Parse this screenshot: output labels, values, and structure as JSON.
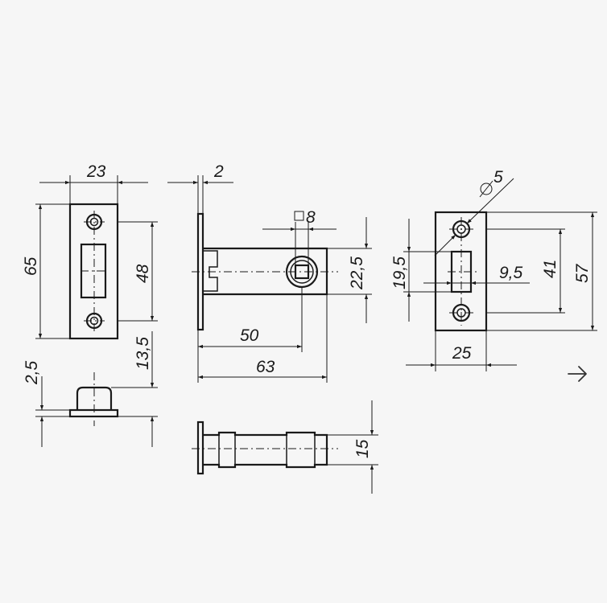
{
  "dimensions": {
    "strike_width": "23",
    "strike_height": "65",
    "strike_hole_spacing": "48",
    "strike_depth": "13,5",
    "strike_plate_thickness": "2,5",
    "faceplate_thickness": "2",
    "square_hole": "8",
    "body_height": "22,5",
    "backset": "50",
    "body_length": "63",
    "latch_thickness": "15",
    "faceplate_hole_dia": "5",
    "faceplate_hole_span": "19,5",
    "latch_width": "9,5",
    "faceplate_hole_spacing": "41",
    "faceplate_height": "57",
    "faceplate_width": "25"
  },
  "icons": {
    "square_symbol": "square-icon",
    "diameter_symbol": "diameter-icon",
    "next": "arrow-right-icon"
  }
}
